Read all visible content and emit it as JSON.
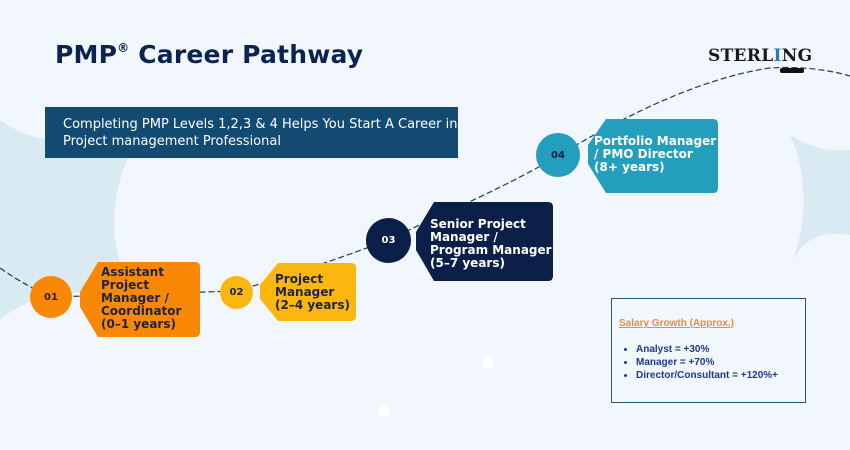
{
  "header": {
    "title": "PMP",
    "title_mark": "®",
    "title_rest": "Career Pathway",
    "subtitle_lines": [
      "Completing PMP Levels 1,2,3 & 4 Helps You Start A Career in",
      "Project management Professional"
    ]
  },
  "logo": {
    "text_pre": "STERL",
    "text_i": "I",
    "text_post": "NG"
  },
  "colors": {
    "background": "#f2f6fd",
    "title": "#0b2350",
    "subtitle_bg": "#134a72",
    "step1": "#fb8805",
    "step2": "#fcb70e",
    "step3": "#0b1f48",
    "step4": "#239fbd",
    "salary_heading": "#f08a3c",
    "salary_text": "#1b3a8a",
    "cloud": "#d9eaf2"
  },
  "steps": [
    {
      "number": "01",
      "lines": [
        "Assistant",
        "Project",
        "Manager /",
        "Coordinator",
        "(0–1 years)"
      ],
      "text_color": "#1a2540",
      "num_color": "#1a2540"
    },
    {
      "number": "02",
      "lines": [
        "Project",
        "Manager",
        "(2–4 years)"
      ],
      "text_color": "#1a2540",
      "num_color": "#1a2540"
    },
    {
      "number": "03",
      "lines": [
        "Senior Project",
        "Manager /",
        "Program Manager",
        "(5–7 years)"
      ],
      "text_color": "#ffffff",
      "num_color": "#ffffff"
    },
    {
      "number": "04",
      "lines": [
        "Portfolio Manager",
        "/ PMO Director",
        "(8+ years)"
      ],
      "text_color": "#ffffff",
      "num_color": "#0b1f48"
    }
  ],
  "salary": {
    "heading": "Salary Growth (Approx.)",
    "items": [
      "Analyst = +30%",
      "Manager = +70%",
      "Director/Consultant = +120%+"
    ]
  }
}
